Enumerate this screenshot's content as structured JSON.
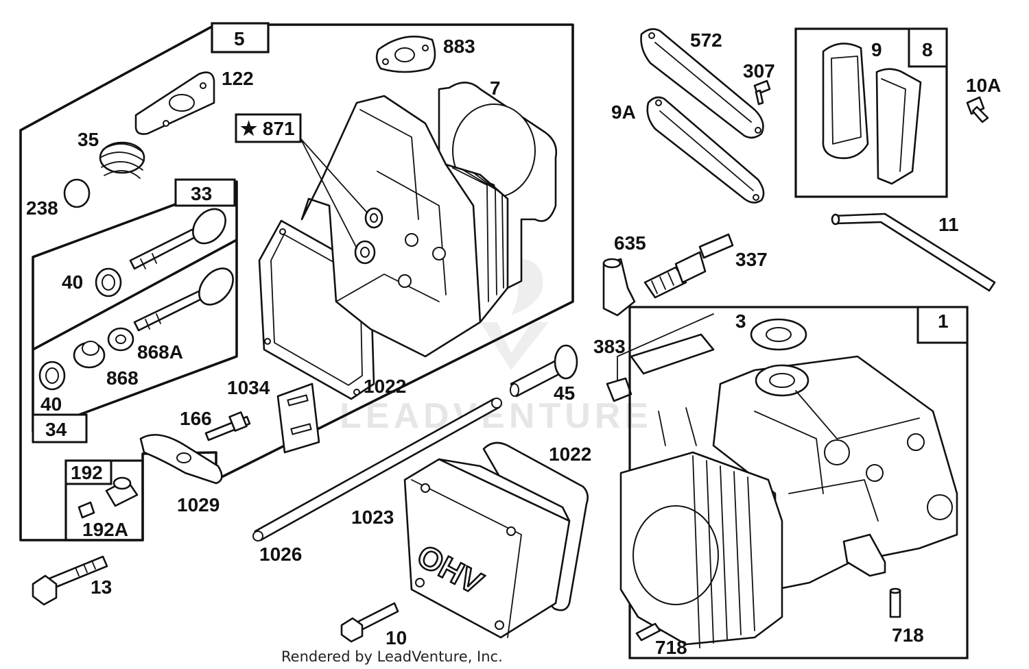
{
  "diagram": {
    "labels": {
      "p5": "5",
      "p883": "883",
      "p7": "7",
      "p122": "122",
      "p871": "★ 871",
      "p35": "35",
      "p238": "238",
      "p33": "33",
      "p40a": "40",
      "p868a": "868A",
      "p868": "868",
      "p40b": "40",
      "p34": "34",
      "p1022a": "1022",
      "p1034": "1034",
      "p166": "166",
      "p1029": "1029",
      "p192": "192",
      "p192a": "192A",
      "p13": "13",
      "p1026": "1026",
      "p572": "572",
      "p307": "307",
      "p9a": "9A",
      "p9": "9",
      "p8": "8",
      "p10a": "10A",
      "p11": "11",
      "p635": "635",
      "p337": "337",
      "p383": "383",
      "p45": "45",
      "p3": "3",
      "p1": "1",
      "p1022b": "1022",
      "p1023": "1023",
      "p10": "10",
      "p718a": "718",
      "p718b": "718"
    },
    "cover_text": "OHV",
    "watermark": "LEADVENTURE",
    "credit": "Rendered by LeadVenture, Inc."
  }
}
